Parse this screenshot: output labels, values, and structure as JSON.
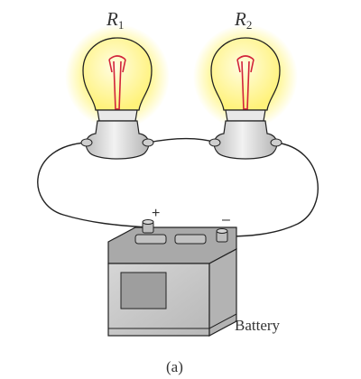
{
  "figure": {
    "caption": "(a)"
  },
  "bulbs": [
    {
      "symbol": "R",
      "subscript": "1"
    },
    {
      "symbol": "R",
      "subscript": "2"
    }
  ],
  "battery": {
    "label": "Battery",
    "positive_terminal": "+",
    "negative_terminal": "–"
  },
  "colors": {
    "glow": "#fff36a",
    "glass": "#fff9a8",
    "filament": "#d2233a",
    "socket": "#d9d9d9",
    "wire": "#222222",
    "battery_body": "#c7c7c7",
    "battery_top": "#a9a9a9"
  }
}
